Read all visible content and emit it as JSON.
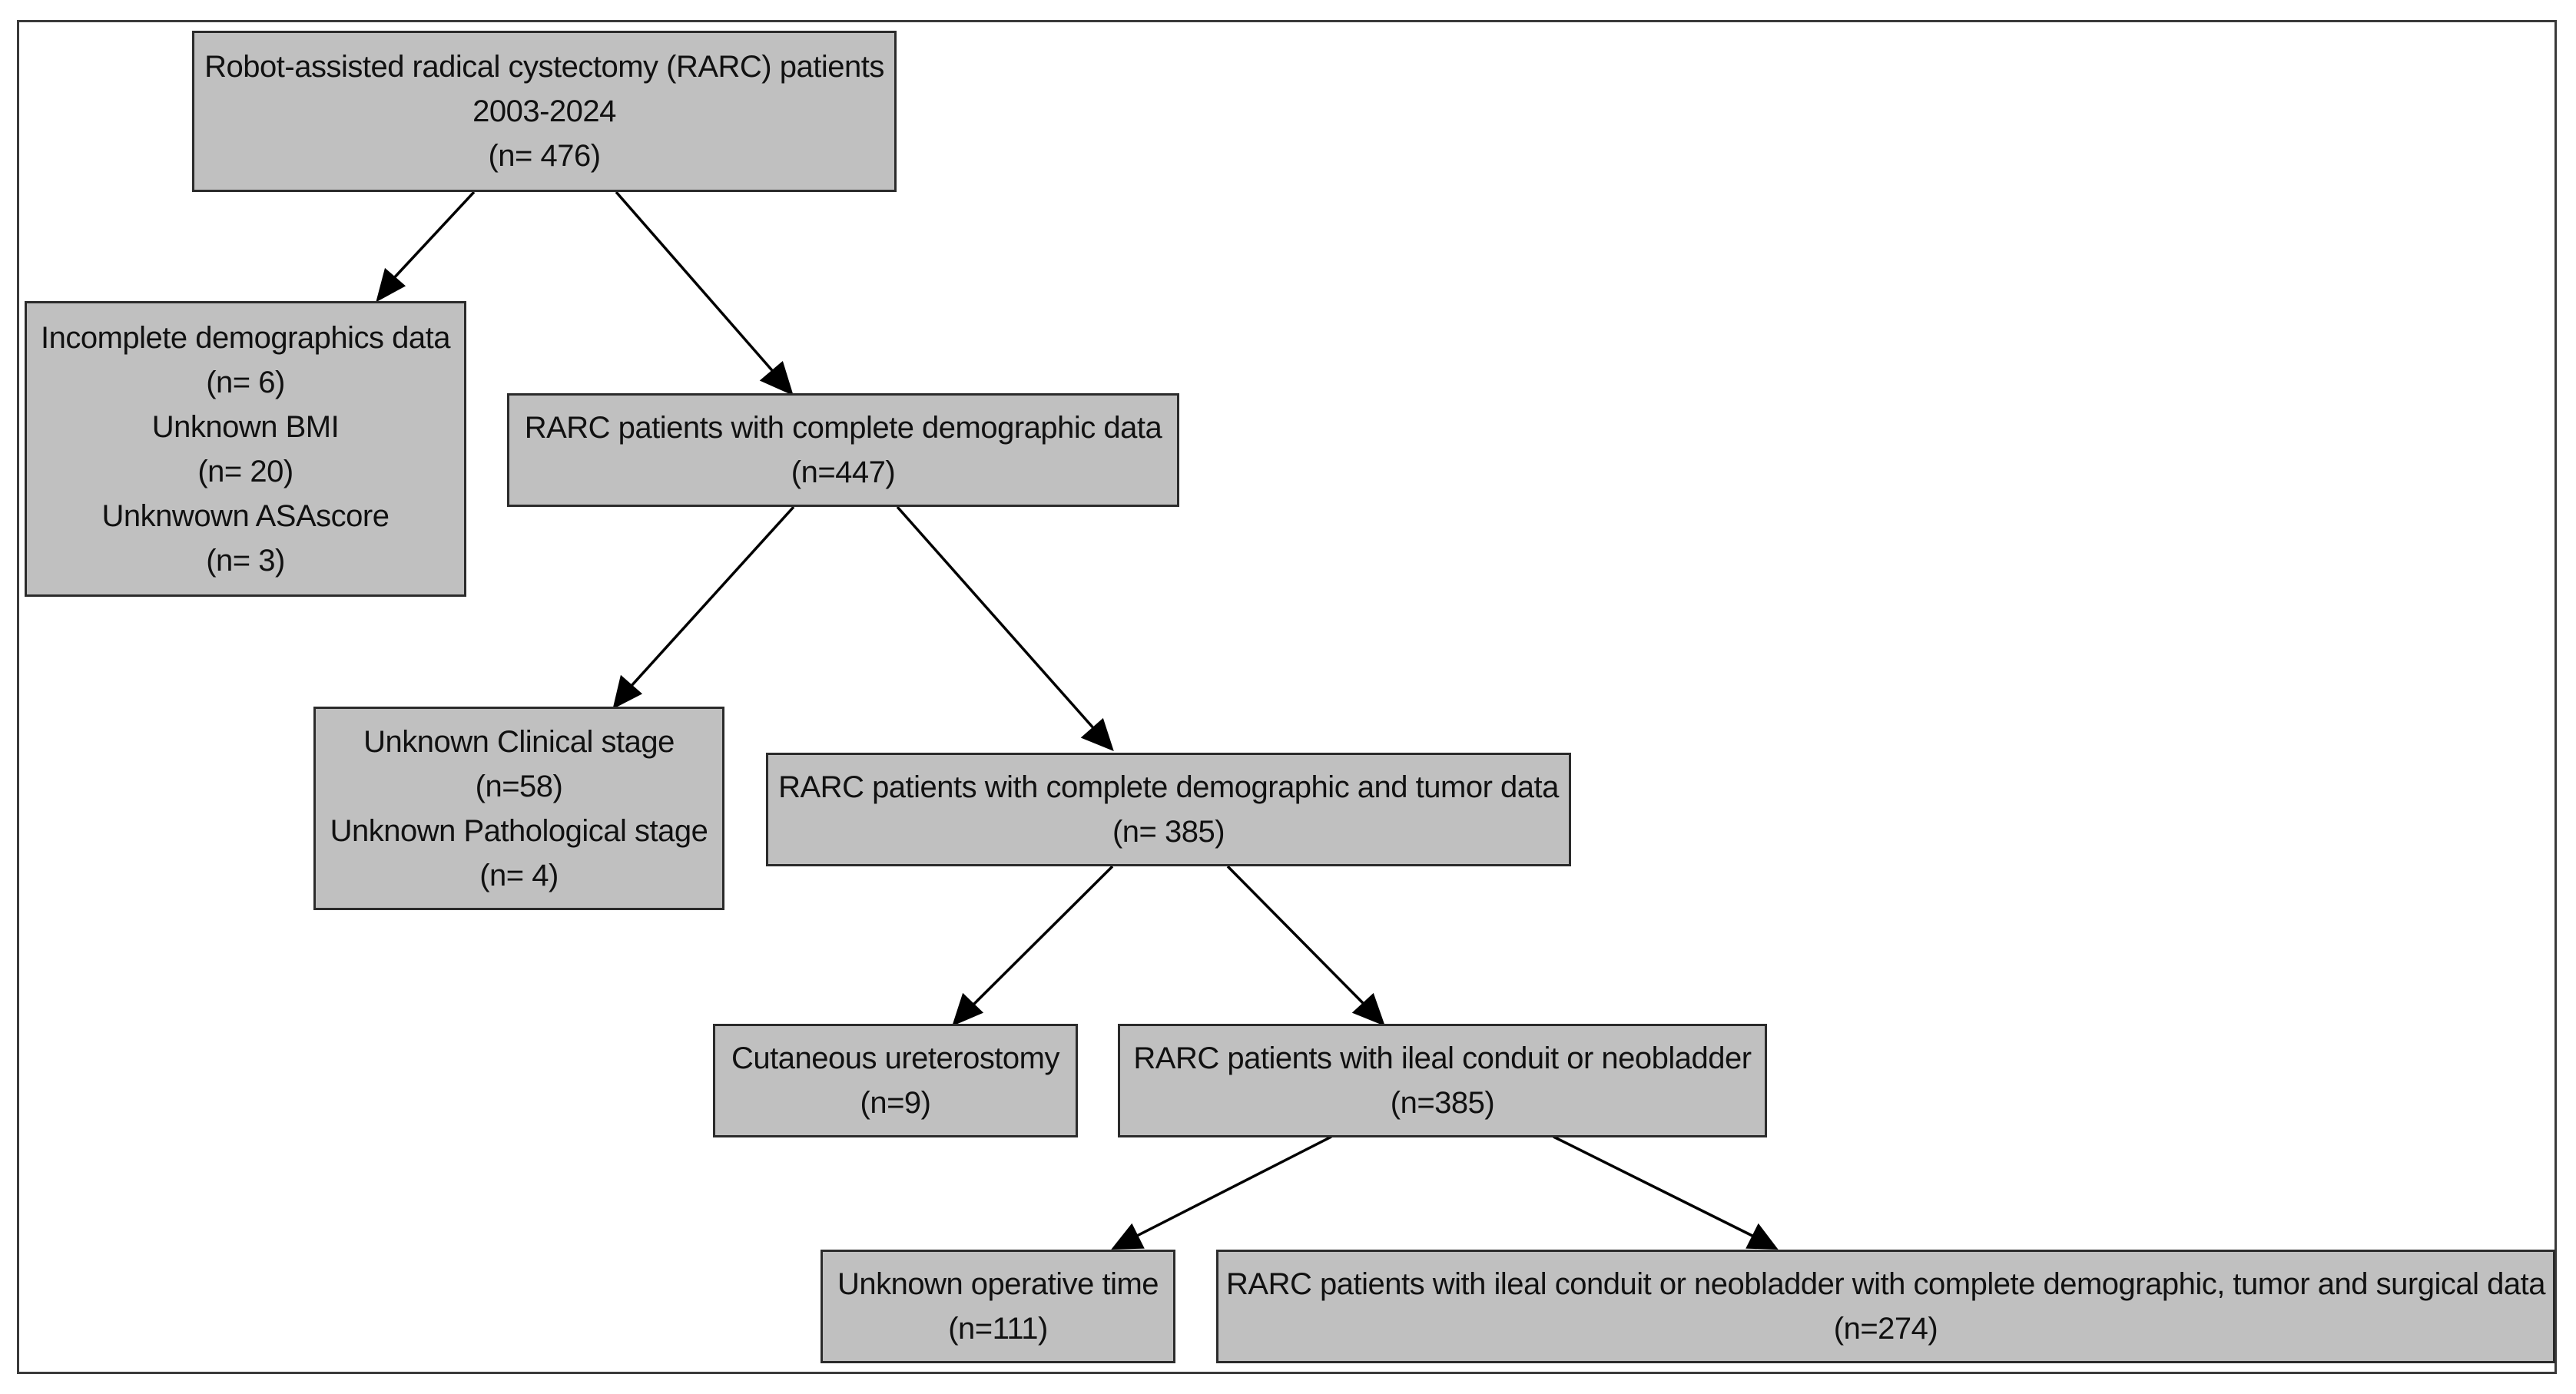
{
  "nodes": {
    "root": [
      "Robot-assisted radical cystectomy (RARC) patients",
      "2003-2024",
      "(n= 476)"
    ],
    "excl1": [
      "Incomplete demographics data",
      "(n= 6)",
      "Unknown BMI",
      "(n= 20)",
      "Unknwown ASAscore",
      "(n= 3)"
    ],
    "level1": [
      "RARC patients with complete demographic data",
      "(n=447)"
    ],
    "excl2": [
      "Unknown Clinical stage",
      "(n=58)",
      "Unknown Pathological stage",
      "(n= 4)"
    ],
    "level2": [
      "RARC patients with complete demographic and tumor data",
      "(n= 385)"
    ],
    "excl3": [
      "Cutaneous ureterostomy",
      "(n=9)"
    ],
    "level3": [
      "RARC patients with ileal conduit or neobladder",
      "(n=385)"
    ],
    "excl4": [
      "Unknown operative time",
      "(n=111)"
    ],
    "final": [
      "RARC patients with ileal conduit or neobladder with complete demographic, tumor and surgical data",
      "(n=274)"
    ]
  },
  "colors": {
    "box_fill": "#c0c0c0",
    "box_border": "#2b2b2b",
    "arrow": "#000000",
    "frame": "#3a3a3a"
  }
}
